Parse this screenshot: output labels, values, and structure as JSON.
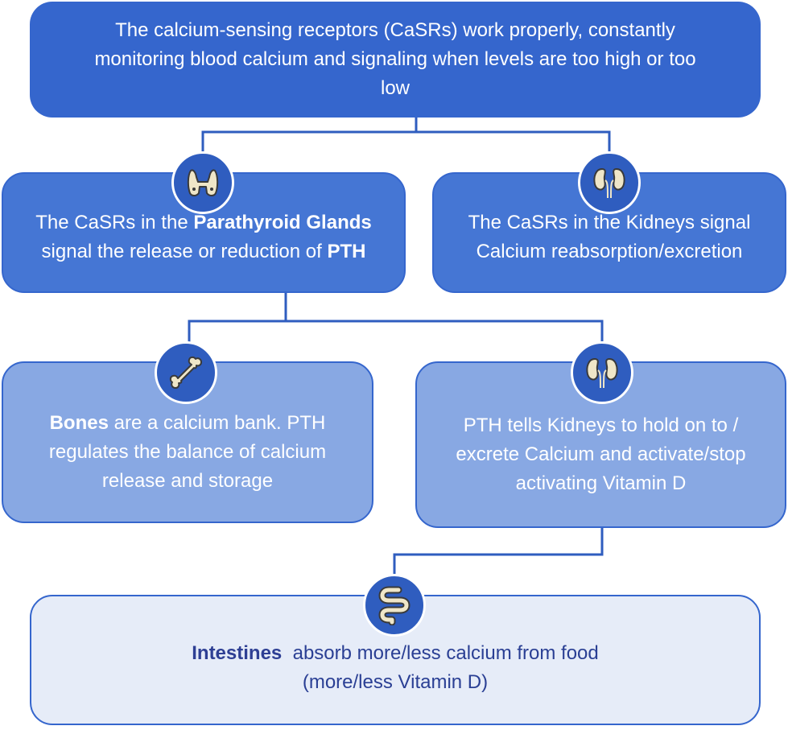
{
  "colors": {
    "top_box": "#3566cd",
    "mid_box": "#4576d4",
    "light_box": "#88a8e3",
    "pale_box": "#e6ecf8",
    "connector": "#2f5dbf",
    "icon_bg": "#2f5dbf",
    "icon_fill": "#efe6c8"
  },
  "nodes": {
    "top": {
      "text": "The calcium-sensing receptors (CaSRs) work properly, constantly monitoring blood calcium and signaling when levels are too high or too low"
    },
    "parathyroid": {
      "prefix": "The CaSRs in the ",
      "bold1": "Parathyroid Glands",
      "middle": "signal the release or reduction of ",
      "bold2": "PTH",
      "icon": "thyroid-icon"
    },
    "kidneys_signal": {
      "line1": "The CaSRs in the Kidneys signal",
      "line2": "Calcium reabsorption/excretion",
      "icon": "kidney-icon"
    },
    "bones": {
      "bold": "Bones",
      "rest": " are a calcium bank. PTH regulates the balance of calcium release and storage",
      "icon": "bone-icon"
    },
    "kidneys_pth": {
      "text": "PTH tells Kidneys to hold on to / excrete Calcium and activate/stop activating Vitamin D",
      "icon": "kidney-icon"
    },
    "intestines": {
      "bold": "Intestines",
      "rest": "  absorb more/less calcium from food",
      "line2": "(more/less Vitamin D)",
      "icon": "intestine-icon"
    }
  }
}
